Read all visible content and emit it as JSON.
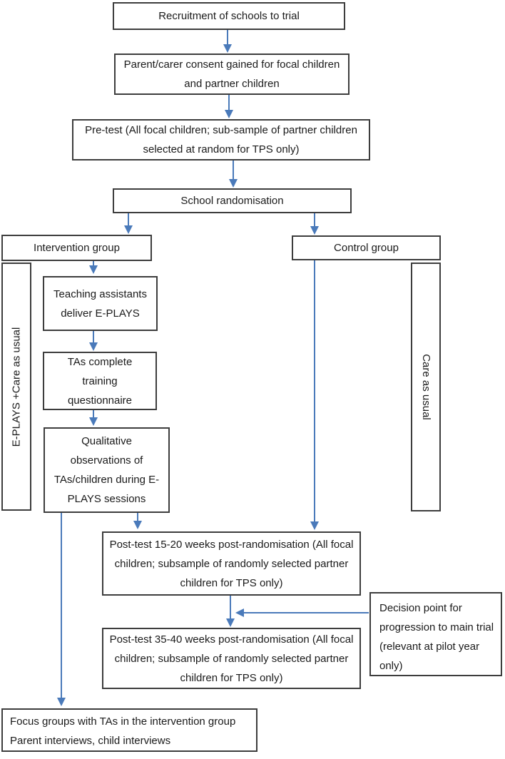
{
  "colors": {
    "arrow_color": "#4a7aba",
    "box_border": "#3d3d3d",
    "text_color": "#1a1a1a"
  },
  "nodes": {
    "recruitment": "Recruitment of schools to trial",
    "consent": "Parent/carer consent gained for focal children and partner children",
    "pretest": "Pre-test (All focal children; sub-sample of partner children selected at random for TPS only)",
    "randomisation": "School randomisation",
    "intervention_group": "Intervention group",
    "control_group": "Control group",
    "intervention_side_label": "E-PLAYS +Care as usual",
    "control_side_label": "Care as usual",
    "teaching_assistants": "Teaching assistants deliver E-PLAYS",
    "tas_questionnaire": "TAs complete training questionnaire",
    "qualitative_observations": "Qualitative observations of TAs/children during E-PLAYS sessions",
    "posttest_15_20": "Post-test 15-20 weeks post-randomisation (All focal children; subsample of randomly selected partner children for TPS only)",
    "decision_point": "Decision point for progression to main trial (relevant at pilot year only)",
    "posttest_35_40": "Post-test 35-40 weeks post-randomisation (All focal children; subsample of randomly selected partner children for TPS only)",
    "focus_groups_line1": "Focus groups with TAs in the intervention group",
    "focus_groups_line2": "Parent interviews, child interviews"
  }
}
